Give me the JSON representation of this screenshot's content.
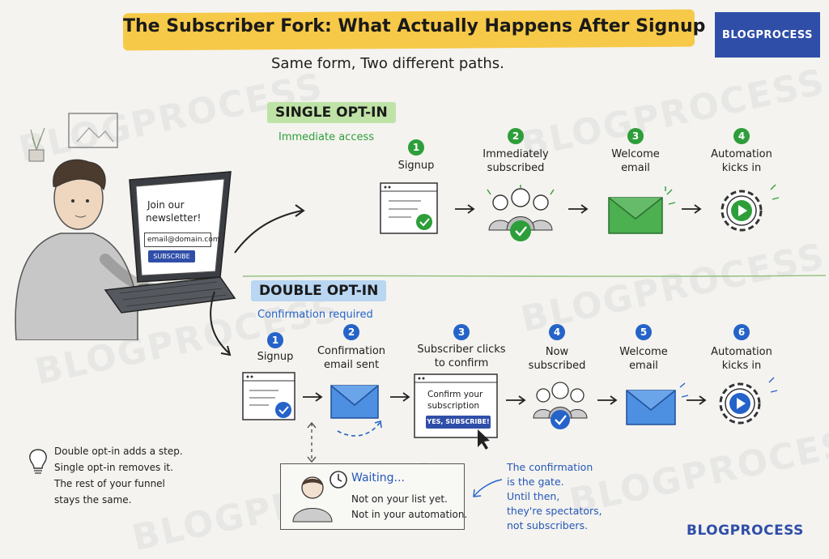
{
  "title": "The Subscriber Fork: What Actually Happens After Signup",
  "subtitle": "Same form, Two different paths.",
  "brand": "BLOGPROCESS",
  "watermark": "BLOGPROCESS",
  "laptop": {
    "headline_line1": "Join our",
    "headline_line2": "newsletter!",
    "email_value": "email@domain.com",
    "button_label": "SUBSCRIBE"
  },
  "single": {
    "label": "SINGLE OPT-IN",
    "sublabel": "Immediate access",
    "steps": [
      {
        "num": "1",
        "label_l1": "Signup",
        "label_l2": ""
      },
      {
        "num": "2",
        "label_l1": "Immediately",
        "label_l2": "subscribed"
      },
      {
        "num": "3",
        "label_l1": "Welcome",
        "label_l2": "email"
      },
      {
        "num": "4",
        "label_l1": "Automation",
        "label_l2": "kicks in"
      }
    ]
  },
  "double": {
    "label": "DOUBLE OPT-IN",
    "sublabel": "Confirmation required",
    "steps": [
      {
        "num": "1",
        "label_l1": "Signup",
        "label_l2": ""
      },
      {
        "num": "2",
        "label_l1": "Confirmation",
        "label_l2": "email sent"
      },
      {
        "num": "3",
        "label_l1": "Subscriber clicks",
        "label_l2": "to confirm"
      },
      {
        "num": "4",
        "label_l1": "Now",
        "label_l2": "subscribed"
      },
      {
        "num": "5",
        "label_l1": "Welcome",
        "label_l2": "email"
      },
      {
        "num": "6",
        "label_l1": "Automation",
        "label_l2": "kicks in"
      }
    ],
    "confirm_line1": "Confirm your",
    "confirm_line2": "subscription",
    "confirm_button": "YES, SUBSCRIBE!"
  },
  "waiting": {
    "title": "Waiting...",
    "line1": "Not on your list yet.",
    "line2": "Not in your automation."
  },
  "tip": {
    "line1": "Double opt-in adds a step.",
    "line2": "Single opt-in removes it.",
    "line3": "The rest of your funnel",
    "line4": "stays the same."
  },
  "gate_note": {
    "line1": "The confirmation",
    "line2": "is the gate.",
    "line3": "Until then,",
    "line4": "they're spectators,",
    "line5": "not subscribers."
  },
  "colors": {
    "green": "#2e9e3a",
    "blue": "#2563c9",
    "title_highlight": "#f7c948",
    "brand": "#2f4ea8"
  }
}
